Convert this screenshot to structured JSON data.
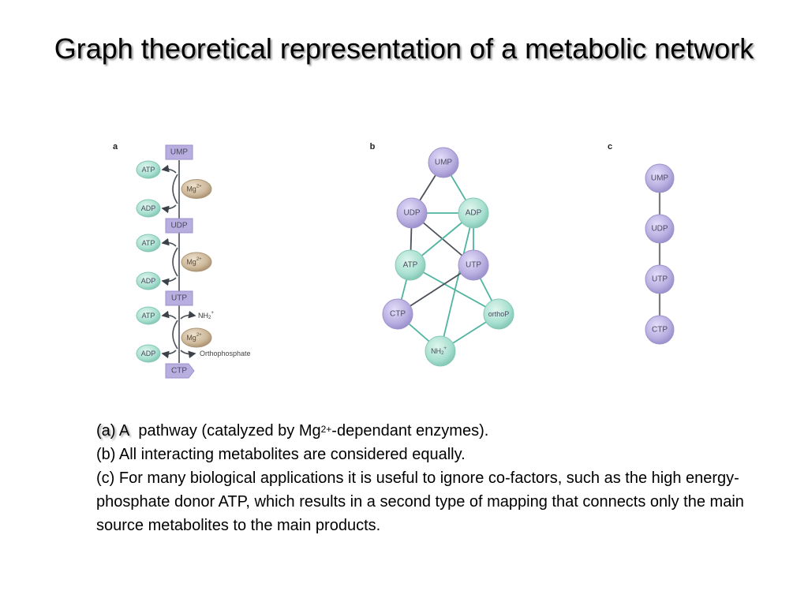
{
  "title": "Graph theoretical representation of a metabolic network",
  "figure": {
    "colors": {
      "purple_node": "#b8aee0",
      "teal_node": "#a8e0d0",
      "mg_node": "#cdb89a",
      "dark_edge": "#4a5058",
      "teal_edge": "#4fb4a0",
      "label": "#4a4a60"
    },
    "panel_a": {
      "label": "a",
      "main_metabolites": [
        "UMP",
        "UDP",
        "UTP",
        "CTP"
      ],
      "steps": [
        {
          "donor": "ATP",
          "product": "ADP",
          "cofactor": "Mg2+",
          "extra_in": "",
          "extra_out": ""
        },
        {
          "donor": "ATP",
          "product": "ADP",
          "cofactor": "Mg2+",
          "extra_in": "",
          "extra_out": ""
        },
        {
          "donor": "ATP",
          "product": "ADP",
          "cofactor": "Mg2+",
          "extra_in": "NH2+",
          "extra_out": "Orthophosphate"
        }
      ]
    },
    "panel_b": {
      "label": "b",
      "nodes": [
        {
          "id": "UMP",
          "label": "UMP",
          "type": "purple"
        },
        {
          "id": "UDP",
          "label": "UDP",
          "type": "purple"
        },
        {
          "id": "ADP",
          "label": "ADP",
          "type": "teal"
        },
        {
          "id": "ATP",
          "label": "ATP",
          "type": "teal"
        },
        {
          "id": "UTP",
          "label": "UTP",
          "type": "purple"
        },
        {
          "id": "CTP",
          "label": "CTP",
          "type": "purple"
        },
        {
          "id": "orthoP",
          "label": "orthoP",
          "type": "teal"
        },
        {
          "id": "NH2",
          "label": "NH2+",
          "type": "teal"
        }
      ],
      "edges": [
        {
          "from": "UMP",
          "to": "UDP",
          "style": "dark"
        },
        {
          "from": "UMP",
          "to": "ADP",
          "style": "teal"
        },
        {
          "from": "UDP",
          "to": "ADP",
          "style": "teal"
        },
        {
          "from": "UDP",
          "to": "ATP",
          "style": "dark"
        },
        {
          "from": "UDP",
          "to": "UTP",
          "style": "dark"
        },
        {
          "from": "ADP",
          "to": "ATP",
          "style": "teal"
        },
        {
          "from": "ADP",
          "to": "UTP",
          "style": "teal"
        },
        {
          "from": "ADP",
          "to": "NH2",
          "style": "teal"
        },
        {
          "from": "ATP",
          "to": "CTP",
          "style": "teal"
        },
        {
          "from": "ATP",
          "to": "orthoP",
          "style": "teal"
        },
        {
          "from": "UTP",
          "to": "CTP",
          "style": "dark"
        },
        {
          "from": "UTP",
          "to": "orthoP",
          "style": "teal"
        },
        {
          "from": "CTP",
          "to": "NH2",
          "style": "teal"
        },
        {
          "from": "orthoP",
          "to": "NH2",
          "style": "teal"
        }
      ]
    },
    "panel_c": {
      "label": "c",
      "nodes": [
        "UMP",
        "UDP",
        "UTP",
        "CTP"
      ]
    }
  },
  "caption": {
    "a_prefix": "(a) A",
    "a_text_before_sup": "pathway (catalyzed by Mg",
    "a_sup": "2+",
    "a_text_after_sup": "-dependant enzymes).",
    "b": "(b) All interacting metabolites are considered equally.",
    "c": "(c) For many biological applications it is useful to ignore co-factors, such as the high energy-phosphate donor ATP, which results in a second type of mapping that connects only the main source metabolites to the main products."
  }
}
